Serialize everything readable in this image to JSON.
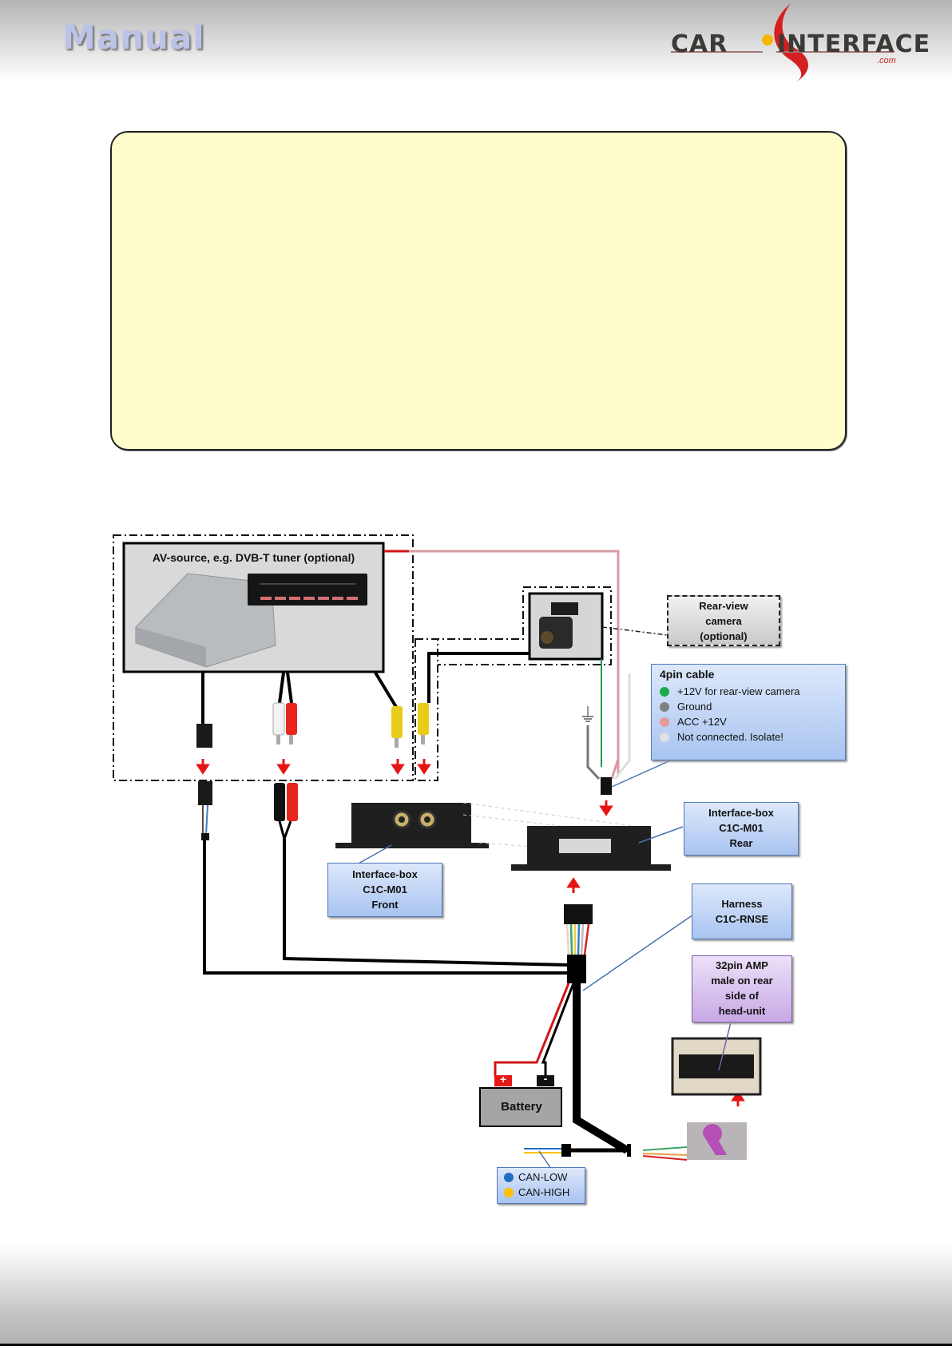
{
  "header": {
    "manual_label": "Manual",
    "logo": {
      "text_left": "CAR",
      "text_right": "INTERFACE",
      "suffix": ".com",
      "accent_color": "#d42020"
    }
  },
  "note_box": {
    "text": "",
    "background": "#fffdcc"
  },
  "diagram": {
    "av_source": {
      "title": "AV-source, e.g. DVB-T tuner  (optional)"
    },
    "rear_camera_label": [
      "Rear-view",
      "camera",
      "(optional)"
    ],
    "cable_4pin": {
      "title": "4pin cable",
      "items": [
        {
          "label": "+12V for rear-view camera",
          "color": "#1aab4b"
        },
        {
          "label": "Ground",
          "color": "#808080"
        },
        {
          "label": "ACC +12V",
          "color": "#e59a9a"
        },
        {
          "label": "Not connected. Isolate!",
          "color": "#e0e0e0"
        }
      ]
    },
    "interface_rear": [
      "Interface-box",
      "C1C-M01",
      "Rear"
    ],
    "interface_front": [
      "Interface-box",
      "C1C-M01",
      "Front"
    ],
    "harness": [
      "Harness",
      "C1C-RNSE"
    ],
    "amp_connector": [
      "32pin AMP",
      "male on rear",
      "side of",
      "head-unit"
    ],
    "battery": {
      "label": "Battery",
      "plus": "+",
      "minus": "-"
    },
    "can_legend": [
      {
        "label": "CAN-LOW",
        "color": "#1f6fc2"
      },
      {
        "label": "CAN-HIGH",
        "color": "#ffc000"
      }
    ]
  }
}
